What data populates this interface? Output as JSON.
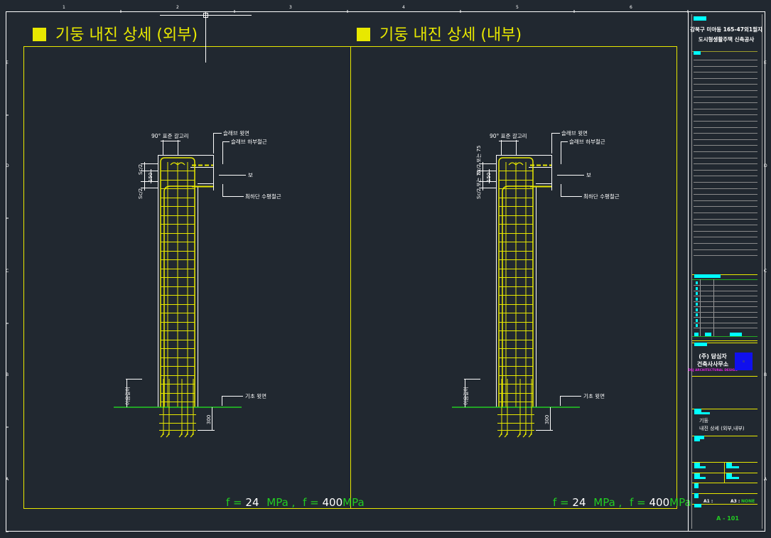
{
  "rulers": {
    "top": [
      "1",
      "2",
      "3",
      "4",
      "5",
      "6"
    ],
    "side": [
      "E",
      "D",
      "C",
      "B",
      "A"
    ]
  },
  "details": [
    {
      "title": "기둥  내진 상세 (외부)",
      "hook_label": "90° 표준 갈고리",
      "slab_top": "슬래브 윗면",
      "slab_bottom_bar": "슬래브 하부철근",
      "beam": "보",
      "lowest_bar": "최하단 수평철근",
      "sc_top": "Sc/2",
      "sc_bottom": "Sc/2",
      "mid_dim": "150",
      "splice": "이음길이",
      "foundation_top": "기초 윗면",
      "depth": "300",
      "spec": {
        "f1": "f =",
        "v1": "24",
        "u1": "MPa ,",
        "f2": "f =",
        "v2": "400",
        "u2": "MPa"
      }
    },
    {
      "title": "기둥  내진 상세 (내부)",
      "hook_label": "90° 표준 갈고리",
      "slab_top": "슬래브 윗면",
      "slab_bottom_bar": "슬래브 하부철근",
      "beam": "보",
      "lowest_bar": "최하단 수평철근",
      "sc_top": "Sc/2 또는 75",
      "sc_bottom": "Sc/2 또는 75",
      "mid_dim": "150",
      "splice": "이음길이",
      "foundation_top": "기초 윗면",
      "depth": "300",
      "spec": {
        "f1": "f =",
        "v1": "24",
        "u1": "MPa ,",
        "f2": "f =",
        "v2": "400",
        "u2": "MPa"
      }
    }
  ],
  "title_block": {
    "project_line1": "강북구 미아동 165-47외1필지",
    "project_line2": "도시형생활주택 신축공사",
    "firm_line1": "(주) 담심자",
    "firm_line2": "건축사사무소",
    "firm_english": "DSJ ARCHITECTURAL DESIGN",
    "drawing_name1": "기둥",
    "drawing_name2": "내진 상세 (외부,내부)",
    "scale_a1": "A1 :",
    "scale_a3_label": "A3 :",
    "scale_a3_value": "NONE",
    "sheet_no": "A - 101"
  },
  "colors": {
    "background": "#212830",
    "frame": "#ffffff",
    "yellow": "#e8e800",
    "green": "#22cc22",
    "cyan": "#00ffff",
    "gray": "#9a9a9a"
  }
}
